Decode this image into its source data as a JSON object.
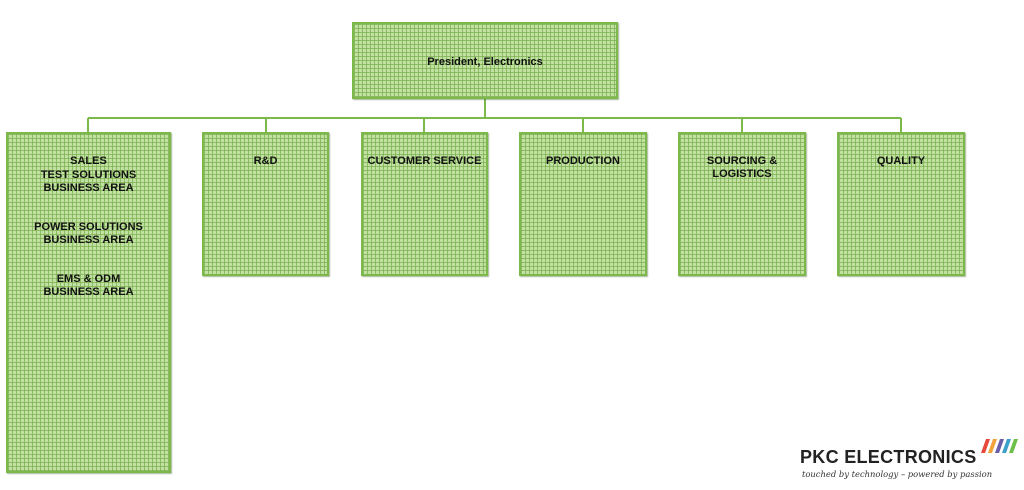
{
  "org_chart": {
    "top": {
      "label": "President, Electronics"
    },
    "departments": {
      "sales": {
        "label": "SALES",
        "business_areas": [
          "TEST SOLUTIONS\nBUSINESS AREA",
          "POWER SOLUTIONS\nBUSINESS AREA",
          "EMS & ODM\nBUSINESS AREA"
        ]
      },
      "rnd": {
        "label": "R&D"
      },
      "customer_service": {
        "label": "CUSTOMER SERVICE"
      },
      "production": {
        "label": "PRODUCTION"
      },
      "sourcing": {
        "label": "SOURCING &\nLOGISTICS"
      },
      "quality": {
        "label": "QUALITY"
      }
    }
  },
  "logo": {
    "name": "PKC ELECTRONICS",
    "tagline": "touched by technology – powered by passion",
    "stripe_colors": [
      "#e8473c",
      "#f2a23a",
      "#6a5ea8",
      "#3aa0c8",
      "#6cbf4a"
    ]
  },
  "colors": {
    "box_fill": "#c3e0a3",
    "box_grid": "#7ab04e",
    "box_border": "#7cb84a",
    "connector": "#7cb84a"
  }
}
